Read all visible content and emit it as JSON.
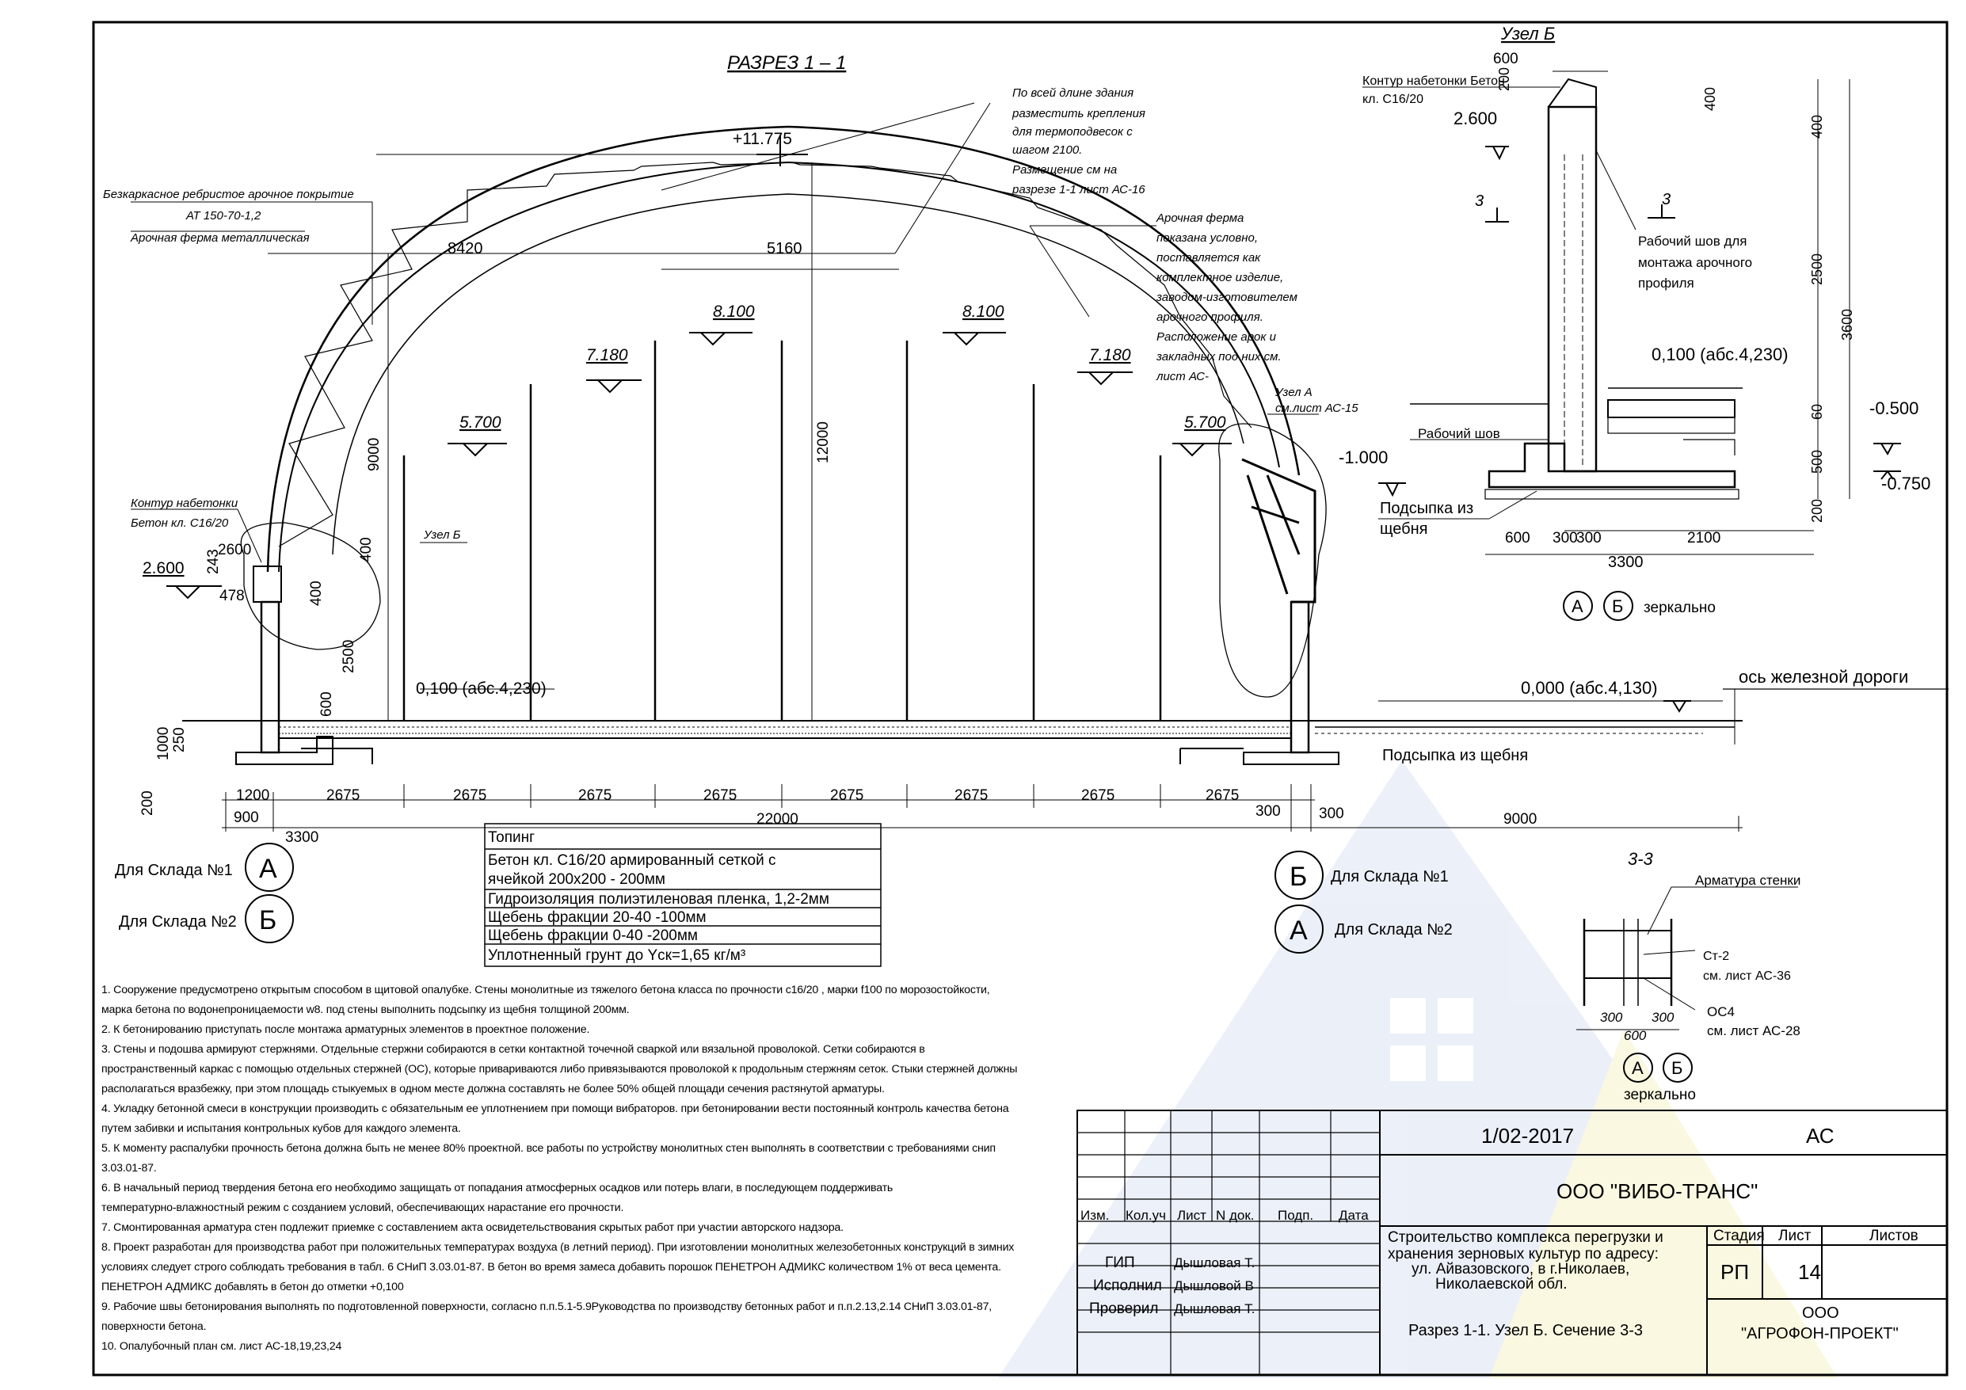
{
  "section": {
    "title": "РАЗРЕЗ  1 – 1",
    "top_mark": "+11.775",
    "elev_marks": [
      "5.700",
      "7.180",
      "8.100",
      "8.100",
      "7.180",
      "5.700"
    ],
    "left_note": [
      "Безкаркасное ребристое арочное покрытие",
      "АТ 150-70-1,2",
      "Арочная ферма металлическая"
    ],
    "top_note": [
      "По всей длине здания",
      "разместить крепления",
      "для термоподвесок с",
      "шагом 2100.",
      "Размещение см на",
      "разрезе 1-1 лист АС-16"
    ],
    "right_note": [
      "Арочная ферма",
      "показана условно,",
      "поставляется как",
      "комплектное изделие,",
      "заводом-изготовителем",
      "арочного профиля.",
      "Расположение арок и",
      "закладных под них см.",
      "лист АС-"
    ],
    "uzel_a": [
      "Узел А",
      "см.лист АС-15"
    ],
    "uzel_b": "Узел Б",
    "kontur_left": [
      "Контур набетонки",
      "Бетон кл. С16/20"
    ],
    "dims_top": [
      "8420",
      "5160"
    ],
    "dim_9000": "9000",
    "dim_12000": "12000",
    "dim_2500": "2500",
    "dim_400": "400",
    "dim_600": "600",
    "dim_1000": "1000",
    "dim_250": "250",
    "dim_200": "200",
    "dim_243": "243",
    "dim_478": "478",
    "dim_2600": "2600",
    "dim_400b": "400",
    "mark_2600": "2.600",
    "mark_0100": "0,100 (абс.4,230)",
    "mark_0000": "0,000 (абс.4,130)",
    "railway": "ось железной дороги",
    "podsypka": "Подсыпка из щебня",
    "bottom_dims": [
      "1200",
      "2675",
      "2675",
      "2675",
      "2675",
      "2675",
      "2675",
      "2675",
      "2675",
      "300",
      "300"
    ],
    "bottom_dims2": [
      "900",
      "3300",
      "22000",
      "9000"
    ]
  },
  "layers_table": [
    "Топинг",
    "Бетон кл. С16/20  армированный сеткой с",
    "ячейкой 200х200       -  200мм",
    "Гидроизоляция полиэтиленовая пленка, 1,2-2мм",
    "Щебень фракции 20-40   -100мм",
    "Щебень фракции 0-40   -200мм",
    "Уплотненный грунт до Yск=1,65 кг/м³"
  ],
  "legend": {
    "left": [
      {
        "label": "Для Склада №1",
        "letter": "А"
      },
      {
        "label": "Для Склада №2",
        "letter": "Б"
      }
    ],
    "right": [
      {
        "label": "Для Склада №1",
        "letter": "Б"
      },
      {
        "label": "Для Склада №2",
        "letter": "А"
      }
    ]
  },
  "node_b": {
    "title": "Узел Б",
    "kontur": [
      "Контур набетонки Бетон",
      "кл. С16/20"
    ],
    "mark_2600": "2.600",
    "mark_0100": "0,100 (абс.4,230)",
    "mark_m1000": "-1.000",
    "mark_m0500": "-0.500",
    "mark_m0750": "-0.750",
    "sec3": "3",
    "rabochiy_shov": [
      "Рабочий шов для",
      "монтажа арочного",
      "профиля"
    ],
    "rabochiy_shov2": "Рабочий шов",
    "podsypka": [
      "Подсыпка из",
      "щебня"
    ],
    "dims_right": [
      "400",
      "400",
      "2500",
      "3600",
      "60",
      "500",
      "200"
    ],
    "dim_top": [
      "600",
      "200"
    ],
    "dims_bottom": [
      "600",
      "300",
      "300",
      "2100"
    ],
    "dim_total": "3300",
    "circles": [
      "А",
      "Б"
    ],
    "mirror": "зеркально"
  },
  "sec33": {
    "title": "3-3",
    "armatura": "Арматура стенки",
    "st2": [
      "Ст-2",
      "см. лист АС-36"
    ],
    "os4": [
      "ОС4",
      "см. лист АС-28"
    ],
    "dims": [
      "300",
      "300",
      "600"
    ],
    "circles": [
      "А",
      "Б"
    ],
    "mirror": "зеркально"
  },
  "notes": [
    "1.    Сооружение предусмотрено открытым способом в щитовой опалубке. Стены  монолитные из тяжелого бетона класса по прочности с16/20 , марки f100 по морозостойкости,",
    "марка бетона по водонепроницаемости  w8. под  стены выполнить подсыпку из щебня толщиной 200мм.",
    "2.    К бетонированию приступать после монтажа арматурных элементов в проектное положение.",
    "3.    Стены и подошва армируют стержнями. Отдельные стержни собираются в сетки контактной точечной сваркой или вязальной проволокой.  Сетки собираются в",
    "пространственный каркас с помощью отдельных стержней (ОС), которые привариваются либо привязываются проволокой к продольным стержням сеток. Стыки стержней должны",
    "располагаться вразбежку, при этом площадь стыкуемых в одном месте должна составлять не более 50% общей площади сечения растянутой арматуры.",
    "4.    Укладку бетонной смеси в конструкции производить с обязательным ее уплотнением при помощи вибраторов. при бетонировании вести постоянный контроль качества бетона",
    "путем забивки и испытания контрольных кубов для каждого элемента.",
    "5.    К моменту распалубки прочность бетона должна быть не менее 80% проектной. все работы по устройству монолитных стен выполнять в соответствии с требованиями снип",
    "3.03.01-87.",
    "6.    В начальный период твердения бетона его необходимо защищать от попадания атмосферных осадков или потерь влаги, в последующем поддерживать",
    "температурно-влажностный режим с созданием условий, обеспечивающих нарастание его прочности.",
    "7.    Смонтированная арматура стен подлежит приемке с составлением акта освидетельствования скрытых работ при участии авторского надзора.",
    "8.    Проект разработан  для производства работ при положительных температурах воздуха (в летний период). При изготовлении монолитных железобетонных конструкций в зимних",
    "условиях следует строго соблюдать требования в табл. 6 СНиП 3.03.01-87. В бетон во время замеса добавить порошок ПЕНЕТРОН АДМИКС  количеством 1% от веса цемента.",
    "        ПЕНЕТРОН АДМИКС добавлять в бетон до отметки +0,100",
    "9.    Рабочие швы бетонирования выполнять по подготовленной поверхности, согласно п.п.5.1-5.9Руководства  по производству бетонных работ и п.п.2.13,2.14 СНиП 3.03.01-87,",
    "поверхности бетона.",
    "10.  Опалубочный план см. лист АС-18,19,23,24"
  ],
  "title_block": {
    "doc_number": "1/02-2017",
    "mark": "АС",
    "company": "ООО \"ВИБО-ТРАНС\"",
    "headers": [
      "Изм.",
      "Кол.уч",
      "Лист",
      "N док.",
      "Подп.",
      "Дата"
    ],
    "roles": [
      {
        "role": "ГИП",
        "name": "Дышловая Т."
      },
      {
        "role": "Исполнил",
        "name": "Дышловой В"
      },
      {
        "role": "Проверил",
        "name": "Дышловая Т."
      }
    ],
    "project": [
      "Строительство комплекса перегрузки и",
      "хранения зерновых культур по адресу:",
      "ул. Айвазовского, в г.Николаев,",
      "Николаевской обл."
    ],
    "stage_label": "Стадия",
    "sheet_label": "Лист",
    "sheets_label": "Листов",
    "stage": "РП",
    "sheet": "14",
    "drawing_name": "Разрез 1-1. Узел Б. Сечение 3-3",
    "org": [
      "ООО",
      "\"АГРОФОН-ПРОЕКТ\""
    ]
  }
}
